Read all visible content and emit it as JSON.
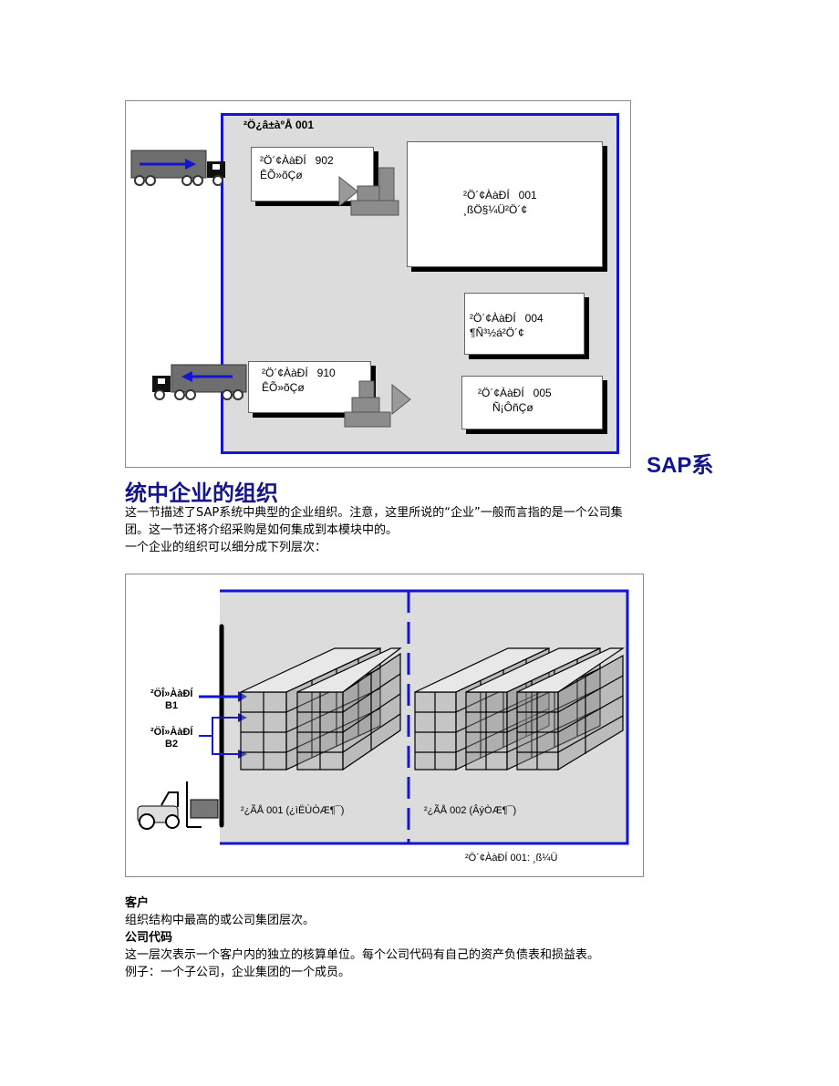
{
  "figure1": {
    "plant_label": "²Ö¿â±àºÅ 001",
    "storage_locations": [
      {
        "code_line": "²Ö´¢ÀàÐÍ   902",
        "name_line": "ÊÕ»õÇø"
      },
      {
        "code_line": "²Ö´¢ÀàÐÍ   001",
        "name_line": "¸ßÖ§¼Ü²Ö´¢"
      },
      {
        "code_line": "²Ö´¢ÀàÐÍ   004",
        "name_line": "¶Ñ³½á²Ö´¢"
      },
      {
        "code_line": "²Ö´¢ÀàÐÍ   910",
        "name_line": "ÊÕ»õÇø"
      },
      {
        "code_line": "²Ö´¢ÀàÐÍ   005",
        "name_line": "Ñ¡ÔñÇø"
      }
    ]
  },
  "heading": {
    "part1": "SAP系",
    "part2": "统中企业的组织"
  },
  "intro": {
    "line1": "这一节描述了SAP系统中典型的企业组织。注意，这里所说的“企业”一般而言指的是一个公司集",
    "line2": "团。这一节还将介绍采购是如何集成到本模块中的。",
    "line3": "一个企业的组织可以细分成下列层次："
  },
  "figure2": {
    "dock_b1_line1": "²ÖÎ»ÀàÐÍ",
    "dock_b1_line2": "B1",
    "dock_b2_line1": "²ÖÎ»ÀàÐÍ",
    "dock_b2_line2": "B2",
    "area1": "²¿ÃÅ 001 (¿ìËÙÒÆ¶¯)",
    "area2": "²¿ÃÅ 002 (ÂýÒÆ¶¯)",
    "footer": "²Ö´¢ÀàÐÍ 001: ¸ß¼Ü"
  },
  "sections": {
    "client_title": "客户",
    "client_text": "组织结构中最高的或公司集团层次。",
    "company_title": "公司代码",
    "company_text": "这一层次表示一个客户内的独立的核算单位。每个公司代码有自己的资产负债表和损益表。",
    "example_text": "例子：一个子公司，企业集团的一个成员。"
  },
  "colors": {
    "accent_blue": "#1414d2",
    "heading_navy": "#14148c",
    "panel_gray": "#dcdcdc"
  }
}
